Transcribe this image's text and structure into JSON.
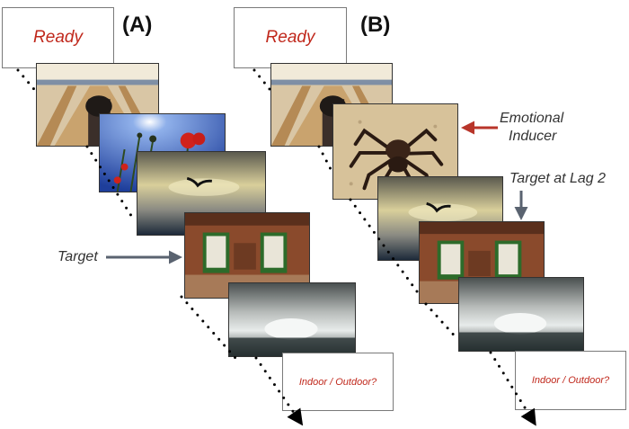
{
  "panel_a": {
    "label": "(A)",
    "ready_text": "Ready",
    "target_label": "Target",
    "question_text": "Indoor / Outdoor?"
  },
  "panel_b": {
    "label": "(B)",
    "ready_text": "Ready",
    "inducer_label_line1": "Emotional",
    "inducer_label_line2": "Inducer",
    "lag_label": "Target at Lag 2",
    "question_text": "Indoor / Outdoor?"
  },
  "photos_a": [
    "bowling-alley",
    "poppies",
    "bird-sky",
    "indoor-room",
    "ocean-waves"
  ],
  "photos_b": [
    "bowling-alley",
    "tarantula",
    "bird-sky",
    "indoor-room",
    "ocean-waves"
  ],
  "colors": {
    "ready_text": "#c0281c",
    "red_arrow": "#b8352a",
    "gray_arrow": "#5a6370"
  }
}
